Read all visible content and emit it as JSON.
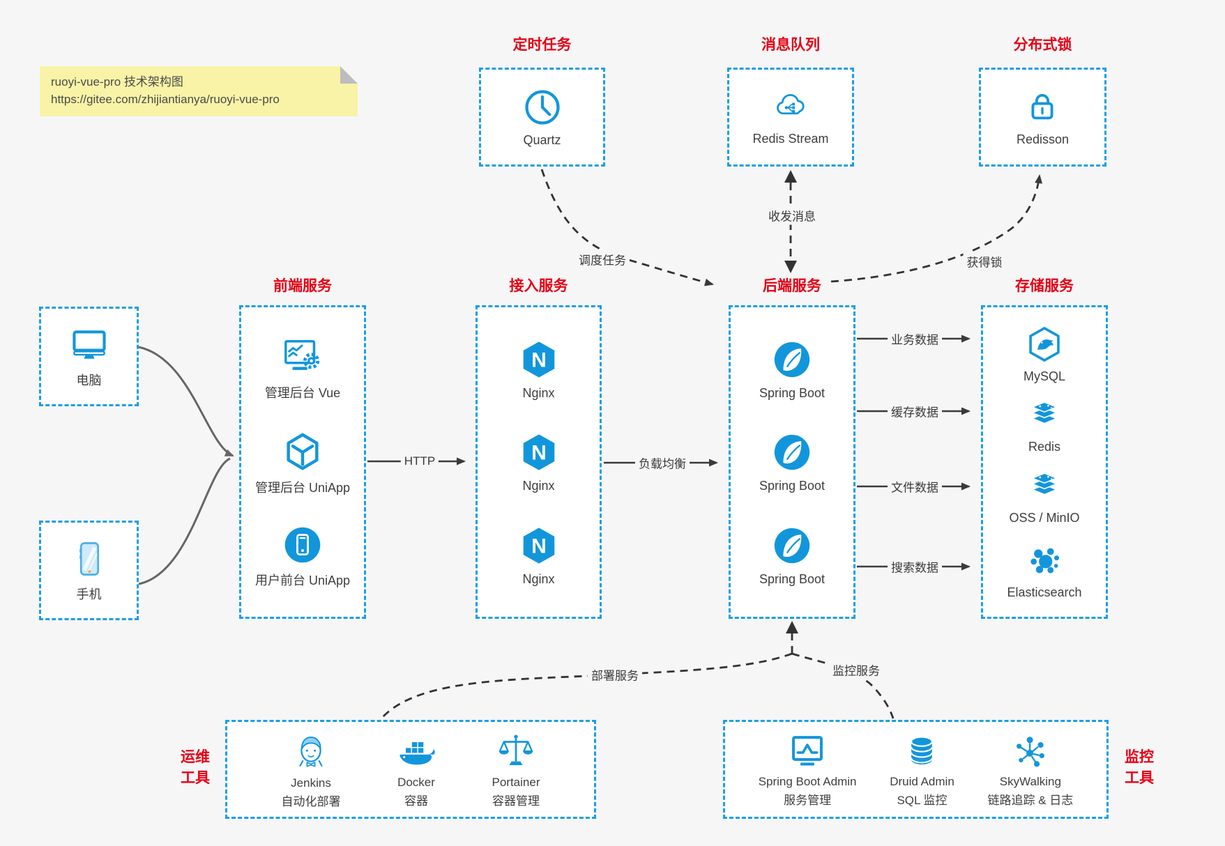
{
  "note": {
    "title": "ruoyi-vue-pro 技术架构图",
    "url": "https://gitee.com/zhijiantianya/ruoyi-vue-pro"
  },
  "top_groups": [
    {
      "title": "定时任务",
      "item": {
        "icon": "clock-icon",
        "label": "Quartz"
      }
    },
    {
      "title": "消息队列",
      "item": {
        "icon": "cloud-stream-icon",
        "label": "Redis Stream"
      }
    },
    {
      "title": "分布式锁",
      "item": {
        "icon": "lock-icon",
        "label": "Redisson"
      }
    }
  ],
  "clients": [
    {
      "icon": "desktop-icon",
      "label": "电脑"
    },
    {
      "icon": "smartphone-icon",
      "label": "手机"
    }
  ],
  "columns": [
    {
      "title": "前端服务",
      "items": [
        {
          "icon": "admin-vue-icon",
          "label": "管理后台 Vue"
        },
        {
          "icon": "uniapp-cube-icon",
          "label": "管理后台 UniApp"
        },
        {
          "icon": "mobile-app-icon",
          "label": "用户前台 UniApp"
        }
      ]
    },
    {
      "title": "接入服务",
      "items": [
        {
          "icon": "nginx-icon",
          "label": "Nginx"
        },
        {
          "icon": "nginx-icon",
          "label": "Nginx"
        },
        {
          "icon": "nginx-icon",
          "label": "Nginx"
        }
      ]
    },
    {
      "title": "后端服务",
      "items": [
        {
          "icon": "spring-boot-icon",
          "label": "Spring Boot"
        },
        {
          "icon": "spring-boot-icon",
          "label": "Spring Boot"
        },
        {
          "icon": "spring-boot-icon",
          "label": "Spring Boot"
        }
      ]
    },
    {
      "title": "存储服务",
      "items": [
        {
          "icon": "mysql-icon",
          "label": "MySQL"
        },
        {
          "icon": "redis-icon",
          "label": "Redis"
        },
        {
          "icon": "oss-icon",
          "label": "OSS / MinIO"
        },
        {
          "icon": "elasticsearch-icon",
          "label": "Elasticsearch"
        }
      ]
    }
  ],
  "bottom_groups": [
    {
      "side_label_line1": "运维",
      "side_label_line2": "工具",
      "items": [
        {
          "icon": "jenkins-icon",
          "label": "Jenkins",
          "sub": "自动化部署"
        },
        {
          "icon": "docker-icon",
          "label": "Docker",
          "sub": "容器"
        },
        {
          "icon": "portainer-icon",
          "label": "Portainer",
          "sub": "容器管理"
        }
      ]
    },
    {
      "side_label_line1": "监控",
      "side_label_line2": "工具",
      "items": [
        {
          "icon": "spring-boot-admin-icon",
          "label": "Spring Boot Admin",
          "sub": "服务管理"
        },
        {
          "icon": "druid-icon",
          "label": "Druid Admin",
          "sub": "SQL 监控"
        },
        {
          "icon": "skywalking-icon",
          "label": "SkyWalking",
          "sub": "链路追踪 & 日志"
        }
      ]
    }
  ],
  "edges": {
    "http": "HTTP",
    "load_balance": "负载均衡",
    "business_data": "业务数据",
    "cache_data": "缓存数据",
    "file_data": "文件数据",
    "search_data": "搜索数据",
    "schedule_task": "调度任务",
    "send_receive_message": "收发消息",
    "acquire_lock": "获得锁",
    "deploy_service": "部署服务",
    "monitor_service": "监控服务"
  },
  "colors": {
    "accent_blue": "#1296db",
    "title_red": "#e60014",
    "arrow_dark": "#3a3a3a",
    "arrow_gray": "#666666",
    "note_bg": "#f8f3a6"
  }
}
